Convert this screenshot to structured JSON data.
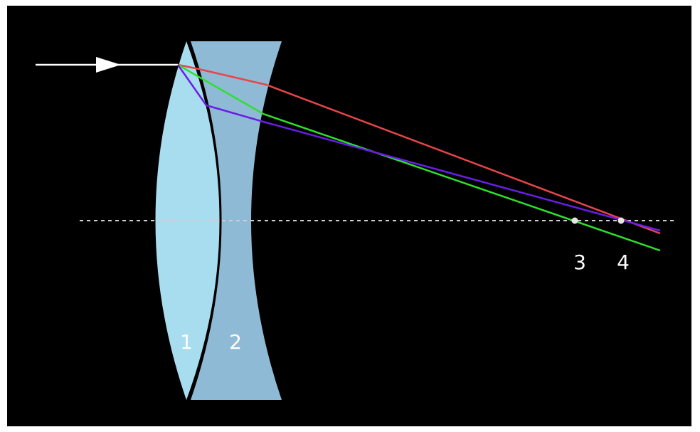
{
  "diagram": {
    "labels": {
      "lens_1": "1",
      "lens_2": "2",
      "focus_3": "3",
      "focus_4": "4"
    },
    "colors": {
      "background": "#000000",
      "lens_1_fill": "#a8dcef",
      "lens_2_fill": "#8fbad5",
      "incident_ray": "#ffffff",
      "optical_axis": "#cfcfcf",
      "ray_red": "#e8454a",
      "ray_green": "#2de02d",
      "ray_blue": "#6a1ee8",
      "focus_point": "#e6e6e6"
    },
    "rays": [
      {
        "name": "red",
        "color_key": "ray_red"
      },
      {
        "name": "green",
        "color_key": "ray_green"
      },
      {
        "name": "blue",
        "color_key": "ray_blue"
      }
    ]
  }
}
